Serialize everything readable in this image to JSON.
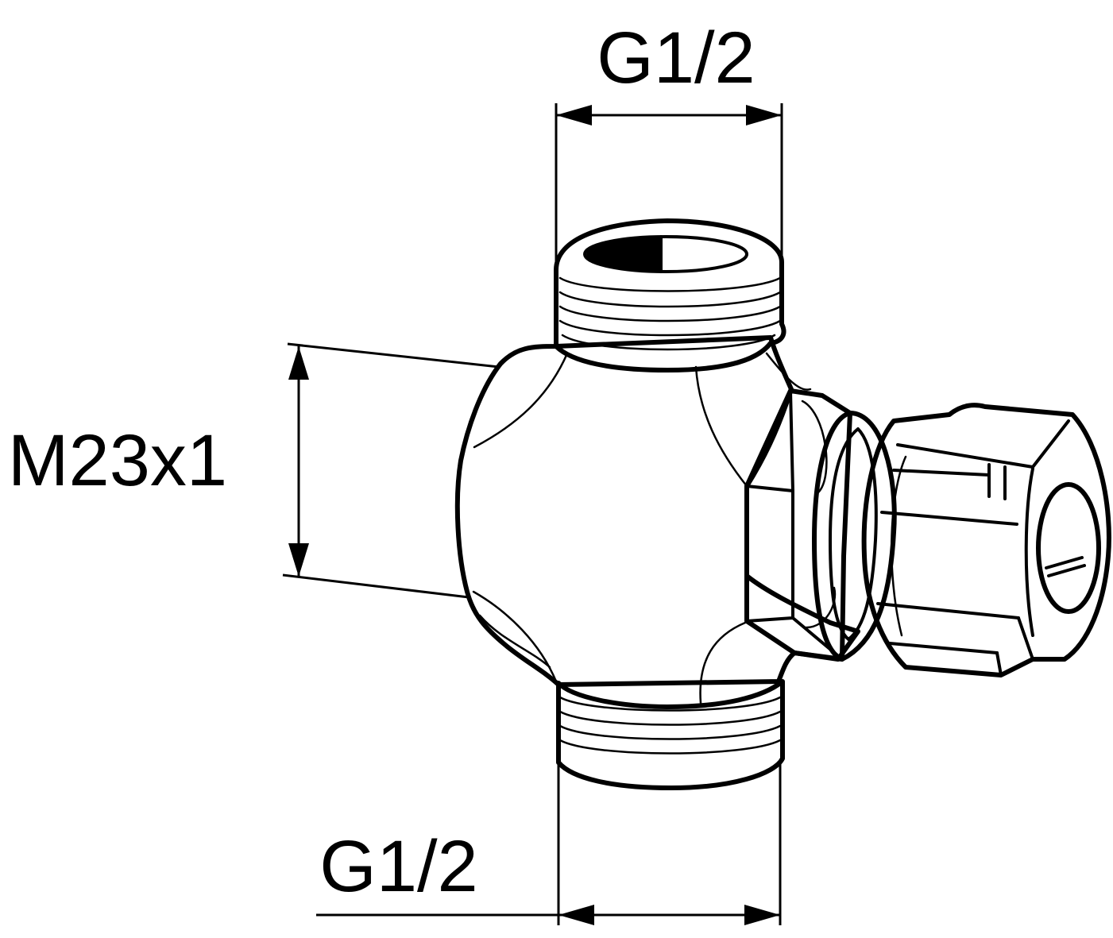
{
  "dimensions": {
    "top_thread": "G1/2",
    "bottom_thread": "G1/2",
    "side_thread": "M23x1"
  }
}
